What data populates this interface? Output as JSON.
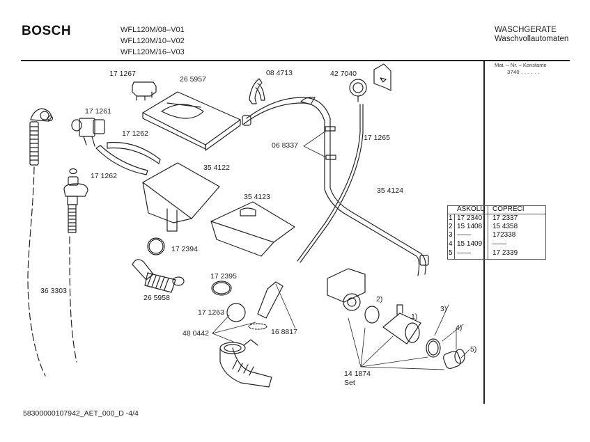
{
  "header": {
    "brand": "BOSCH",
    "models": [
      "WFL120M/08–V01",
      "WFL120M/10–V02",
      "WFL120M/16–V03"
    ],
    "category": "WASCHGERATE",
    "subcategory": "Waschvollautomaten",
    "mat_label": "Mat. – Nr. – Konstante",
    "mat_value": "3740 . .  . . . ."
  },
  "parts": {
    "p171267": "17 1267",
    "p265957": "26 5957",
    "p084713": "08 4713",
    "p427040": "42 7040",
    "p171261": "17 1261",
    "p171262a": "17 1262",
    "p171262b": "17 1262",
    "p068337": "06 8337",
    "p171265": "17 1265",
    "p354122": "35 4122",
    "p354123": "35 4123",
    "p354124": "35 4124",
    "p172394": "17 2394",
    "p265958": "26 5958",
    "p172395": "17 2395",
    "p363303": "36 3303",
    "p171263": "17 1263",
    "p480442": "48 0442",
    "p168817": "16 8817",
    "p141874": "14 1874",
    "set": "Set",
    "c1": "1)",
    "c2": "2)",
    "c3": "3)",
    "c4": "4)",
    "c5": "5)"
  },
  "table": {
    "headers": [
      "ASKOLL",
      "COPRECI"
    ],
    "rows": [
      {
        "idx": "1",
        "askoll": "17 2340",
        "copreci": "17 2337"
      },
      {
        "idx": "2",
        "askoll": "15 1408",
        "copreci": "15 4358"
      },
      {
        "idx": "3",
        "askoll": "——",
        "copreci": "172338"
      },
      {
        "idx": "4",
        "askoll": "15 1409",
        "copreci": "——"
      },
      {
        "idx": "5",
        "askoll": "——",
        "copreci": "17 2339"
      }
    ]
  },
  "footer": {
    "doc_id": "58300000107942_AET_000_D -4/4"
  }
}
